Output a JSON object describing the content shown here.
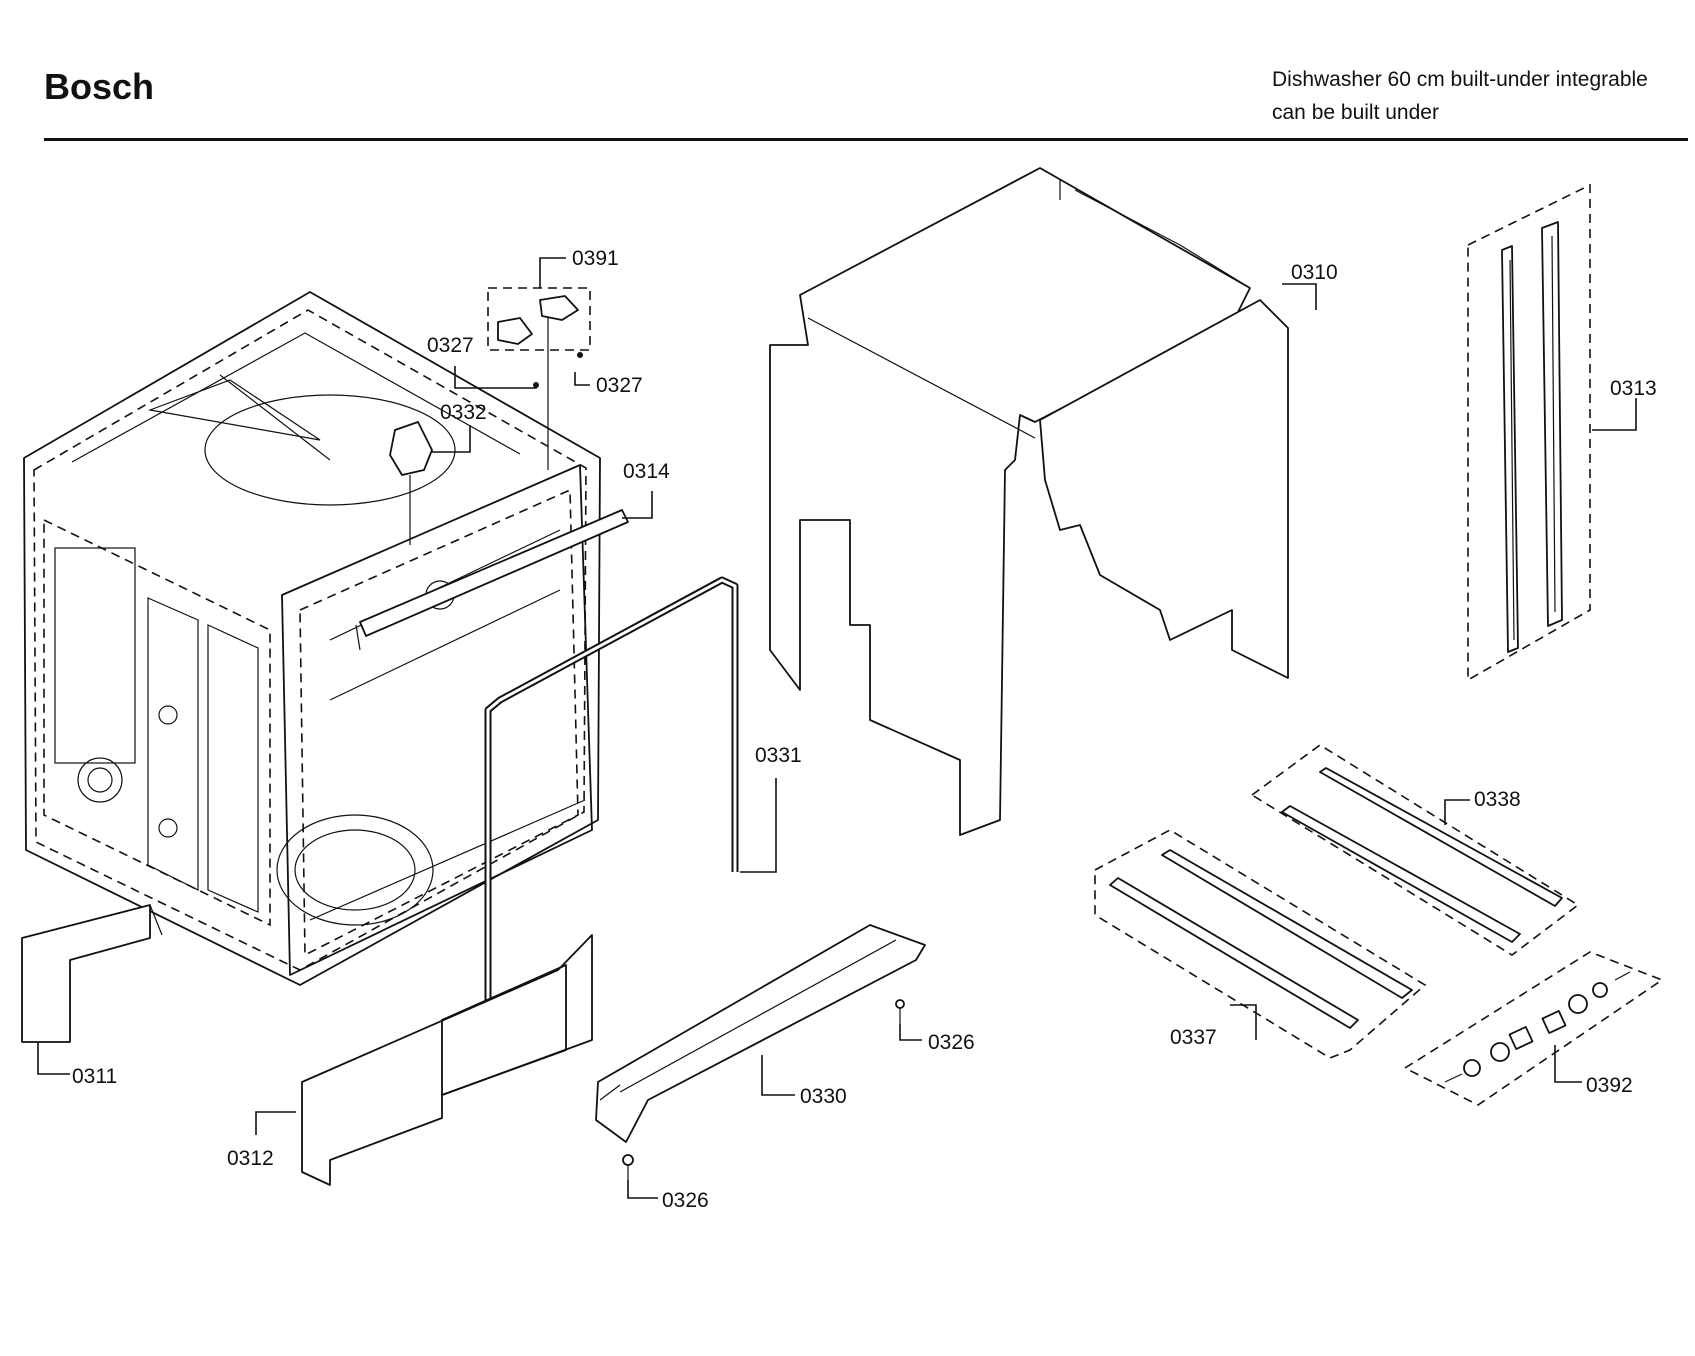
{
  "header": {
    "brand": "Bosch",
    "subtitle_line1": "Dishwasher 60 cm built-under integrable",
    "subtitle_line2": "can be built under"
  },
  "parts": {
    "p0310": "0310",
    "p0311": "0311",
    "p0312": "0312",
    "p0313": "0313",
    "p0314": "0314",
    "p0326a": "0326",
    "p0326b": "0326",
    "p0327a": "0327",
    "p0327b": "0327",
    "p0330": "0330",
    "p0331": "0331",
    "p0332": "0332",
    "p0337": "0337",
    "p0338": "0338",
    "p0391": "0391",
    "p0392": "0392"
  }
}
